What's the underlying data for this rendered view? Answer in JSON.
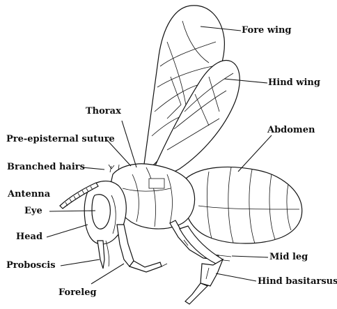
{
  "labels": {
    "fore_wing": "Fore wing",
    "hind_wing": "Hind wing",
    "thorax": "Thorax",
    "abdomen": "Abdomen",
    "pre_episternal_suture": "Pre-episternal suture",
    "branched_hairs": "Branched hairs",
    "antenna": "Antenna",
    "eye": "Eye",
    "head": "Head",
    "proboscis": "Proboscis",
    "foreleg": "Foreleg",
    "mid_leg": "Mid leg",
    "hind_basitarsus": "Hind basitarsus"
  },
  "colors": {
    "ink": "#111111",
    "background": "#ffffff"
  }
}
